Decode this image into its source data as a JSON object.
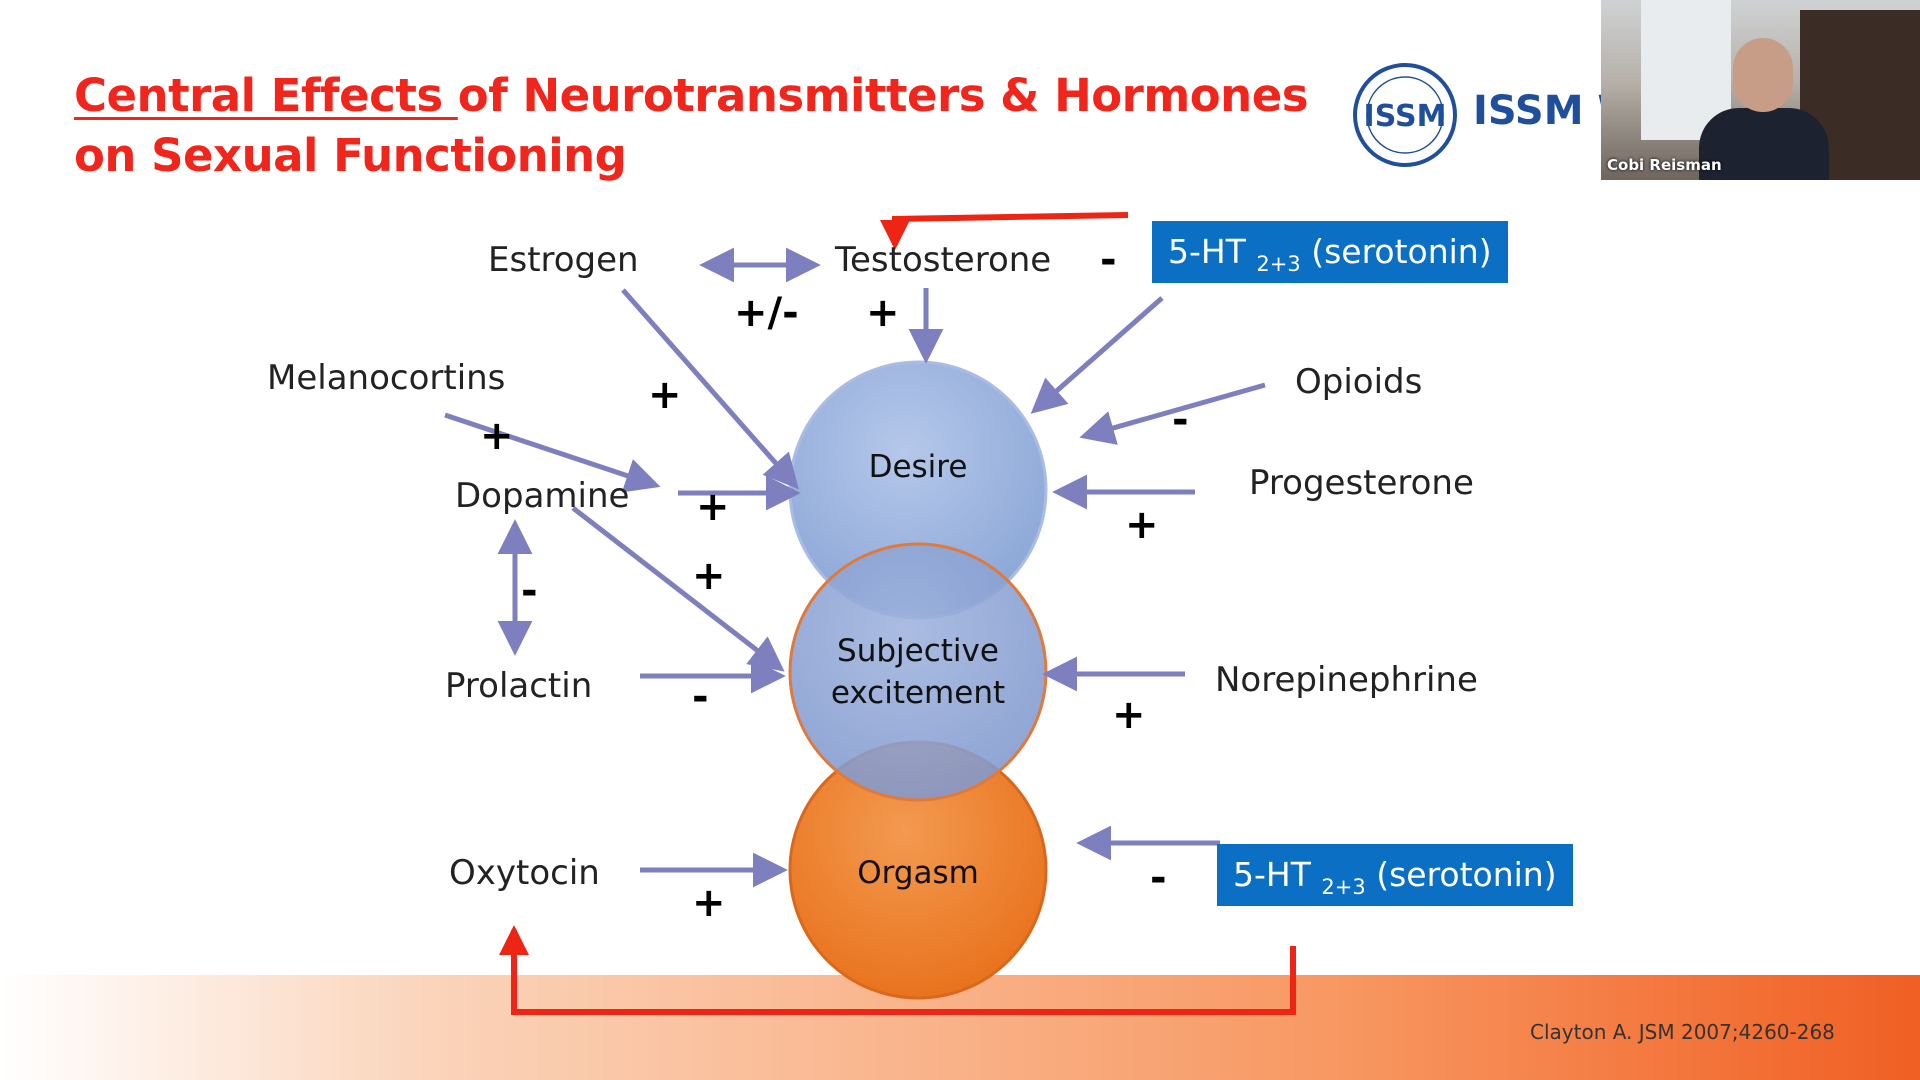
{
  "slide": {
    "title_line1_underlined": "Central Effects ",
    "title_line1_rest": "of Neurotransmitters & Hormones",
    "title_line2": "on Sexual Functioning",
    "citation": "Clayton A. JSM 2007;4260-268"
  },
  "logo": {
    "text": "ISSM W",
    "badge": "ISSM",
    "icon": "issm-seal-logo"
  },
  "video_tile": {
    "participant_name": "Cobi Reisman"
  },
  "circles": {
    "desire": "Desire",
    "excitement_line1": "Subjective",
    "excitement_line2": "excitement",
    "orgasm": "Orgasm"
  },
  "labels": {
    "estrogen": "Estrogen",
    "testosterone": "Testosterone",
    "melanocortins": "Melanocortins",
    "dopamine": "Dopamine",
    "prolactin": "Prolactin",
    "oxytocin": "Oxytocin",
    "opioids": "Opioids",
    "progesterone": "Progesterone",
    "norepinephrine": "Norepinephrine"
  },
  "serotonin_box": {
    "prefix": "5-HT ",
    "subscript": "2+3",
    "suffix": " (serotonin)"
  },
  "signs": {
    "estrogen_testosterone": "+/-",
    "testosterone_desire": "+",
    "serotonin_desire": "-",
    "melanocortins_desire": "+",
    "melanocortins_dopamine": "+",
    "dopamine_desire": "+",
    "dopamine_excitement": "+",
    "dopamine_prolactin": "-",
    "opioids_desire": "-",
    "progesterone_desire": "+",
    "prolactin_excitement": "-",
    "norepinephrine_excitement": "+",
    "oxytocin_orgasm": "+",
    "serotonin_orgasm": "-"
  },
  "colors": {
    "title_red": "#f0261c",
    "arrow_purple": "#7e7fbe",
    "feedback_red": "#ee2514",
    "box_blue": "#0b6fc4",
    "desire_blue": "#93aedc",
    "orgasm_orange": "#ee7a22"
  }
}
